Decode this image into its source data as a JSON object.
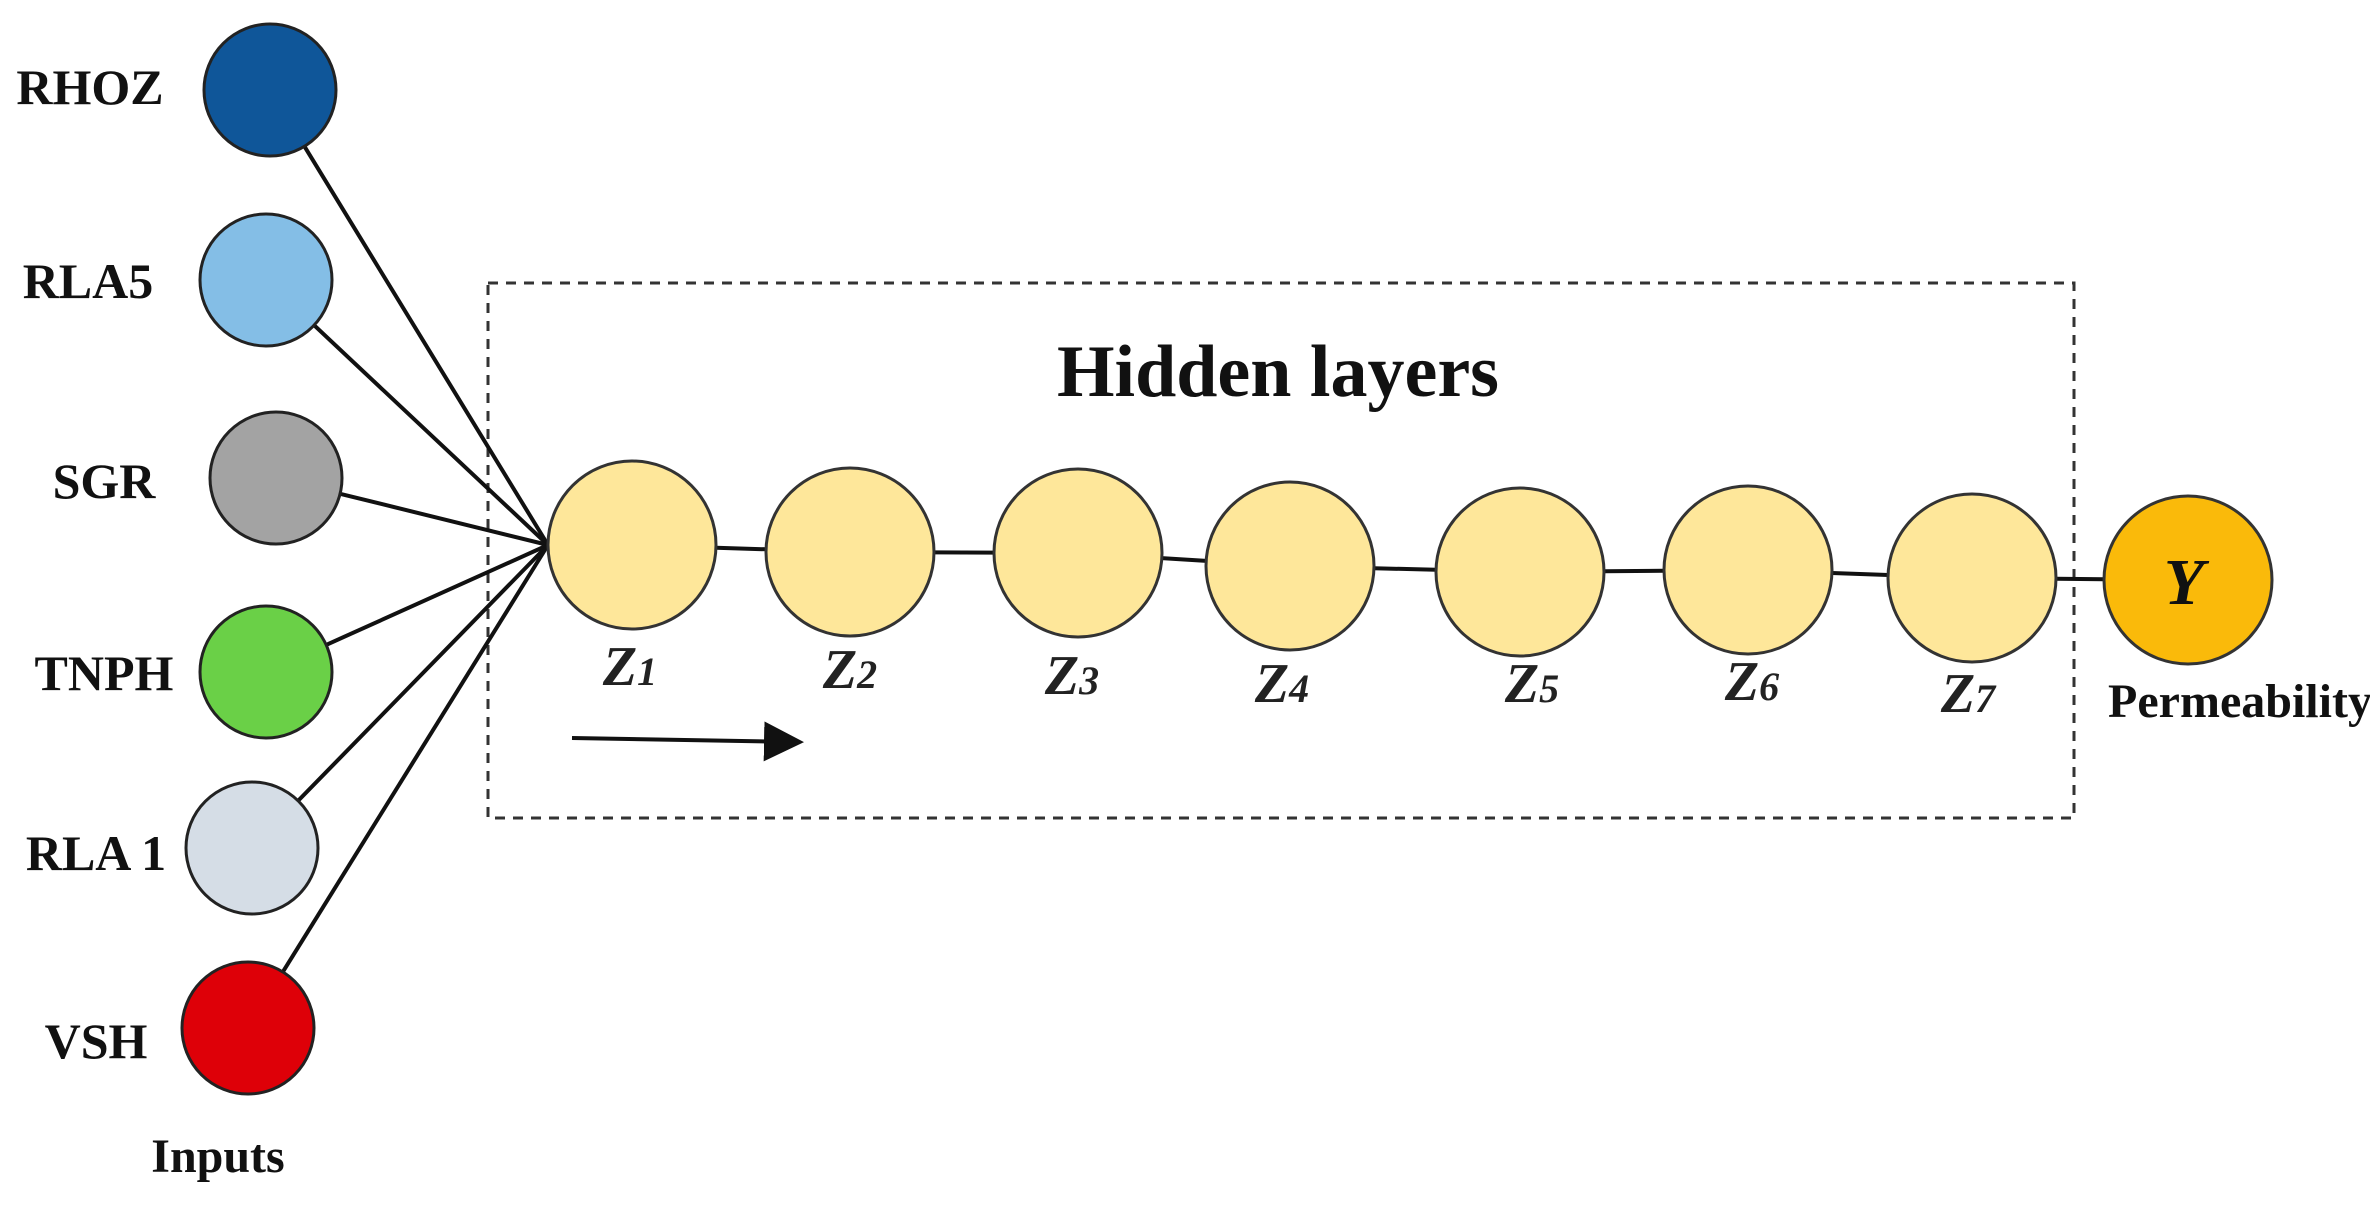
{
  "inputs": [
    {
      "label": "RHOZ",
      "color": "#0F5699"
    },
    {
      "label": "RLA5",
      "color": "#84BEE6"
    },
    {
      "label": "SGR",
      "color": "#A3A3A3"
    },
    {
      "label": "TNPH",
      "color": "#6AD047"
    },
    {
      "label": "RLA 1",
      "color": "#D5DDE6"
    },
    {
      "label": "VSH",
      "color": "#DE0008"
    }
  ],
  "inputs_caption": "Inputs",
  "hidden": {
    "title": "Hidden layers",
    "node_color": "#FEE79A",
    "nodes": [
      {
        "base": "Z",
        "sub": "1"
      },
      {
        "base": "Z",
        "sub": "2"
      },
      {
        "base": "Z",
        "sub": "3"
      },
      {
        "base": "Z",
        "sub": "4"
      },
      {
        "base": "Z",
        "sub": "5"
      },
      {
        "base": "Z",
        "sub": "6"
      },
      {
        "base": "Z",
        "sub": "7"
      }
    ]
  },
  "output": {
    "label": "Y",
    "caption": "Permeability",
    "color": "#FABA0A"
  }
}
